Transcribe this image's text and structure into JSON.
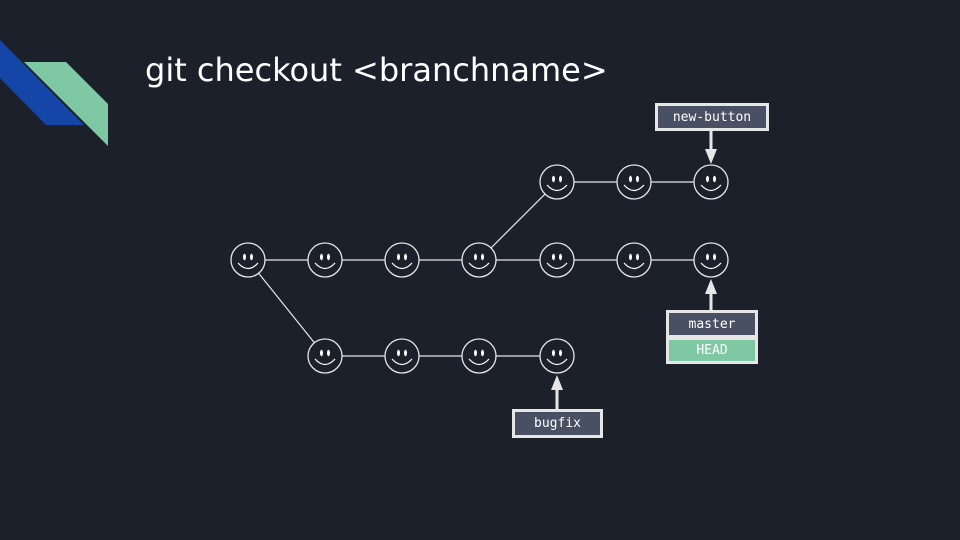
{
  "slide": {
    "title": "git checkout <branchname>"
  },
  "colors": {
    "background": "#1c202b",
    "accent_blue": "#1446a8",
    "accent_green": "#7fc8a4",
    "branch_label_fill": "#4a5064",
    "head_label_fill": "#7fc8a4",
    "line": "#e6e6e6"
  },
  "branches": {
    "new_button": "new-button",
    "master": "master",
    "head": "HEAD",
    "bugfix": "bugfix"
  },
  "commit_icon": "smiley-face-icon"
}
